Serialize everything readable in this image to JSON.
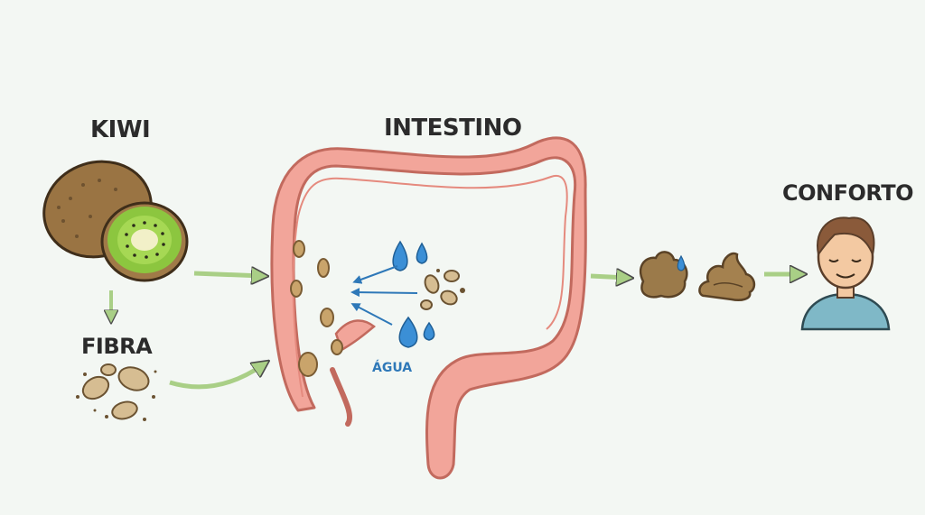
{
  "labels": {
    "kiwi": "KIWI",
    "fiber": "FIBRA",
    "intestine": "INTESTINO",
    "water": "ÁGUA",
    "comfort": "CONFORTO"
  },
  "colors": {
    "background": "#f3f7f3",
    "kiwi_skin": "#9a7443",
    "kiwi_flesh": "#8cc63f",
    "intestine": "#f2a59a",
    "intestine_outline": "#c26a5e",
    "water": "#3b8fd6",
    "arrow": "#a9cf86",
    "stool": "#9b7a4a",
    "person_shirt": "#7fb8c7"
  }
}
